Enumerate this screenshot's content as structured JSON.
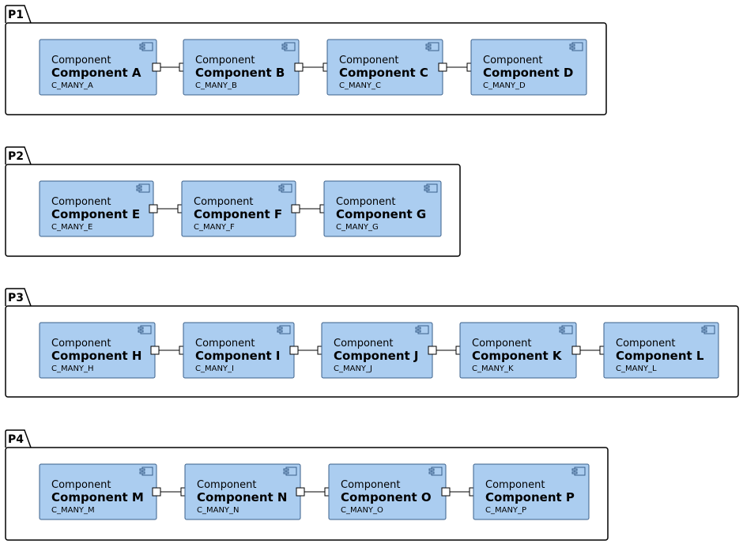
{
  "packages": [
    {
      "label": "P1",
      "components": [
        {
          "stereotype": "Component",
          "name": "Component A",
          "id": "C_MANY_A"
        },
        {
          "stereotype": "Component",
          "name": "Component B",
          "id": "C_MANY_B"
        },
        {
          "stereotype": "Component",
          "name": "Component C",
          "id": "C_MANY_C"
        },
        {
          "stereotype": "Component",
          "name": "Component D",
          "id": "C_MANY_D"
        }
      ]
    },
    {
      "label": "P2",
      "components": [
        {
          "stereotype": "Component",
          "name": "Component E",
          "id": "C_MANY_E"
        },
        {
          "stereotype": "Component",
          "name": "Component F",
          "id": "C_MANY_F"
        },
        {
          "stereotype": "Component",
          "name": "Component G",
          "id": "C_MANY_G"
        }
      ]
    },
    {
      "label": "P3",
      "components": [
        {
          "stereotype": "Component",
          "name": "Component H",
          "id": "C_MANY_H"
        },
        {
          "stereotype": "Component",
          "name": "Component I",
          "id": "C_MANY_I"
        },
        {
          "stereotype": "Component",
          "name": "Component J",
          "id": "C_MANY_J"
        },
        {
          "stereotype": "Component",
          "name": "Component K",
          "id": "C_MANY_K"
        },
        {
          "stereotype": "Component",
          "name": "Component L",
          "id": "C_MANY_L"
        }
      ]
    },
    {
      "label": "P4",
      "components": [
        {
          "stereotype": "Component",
          "name": "Component M",
          "id": "C_MANY_M"
        },
        {
          "stereotype": "Component",
          "name": "Component N",
          "id": "C_MANY_N"
        },
        {
          "stereotype": "Component",
          "name": "Component O",
          "id": "C_MANY_O"
        },
        {
          "stereotype": "Component",
          "name": "Component P",
          "id": "C_MANY_P"
        }
      ]
    }
  ],
  "colors": {
    "component_fill": "#abcdf0",
    "component_border": "#3a5f8a",
    "package_border": "#000000"
  }
}
